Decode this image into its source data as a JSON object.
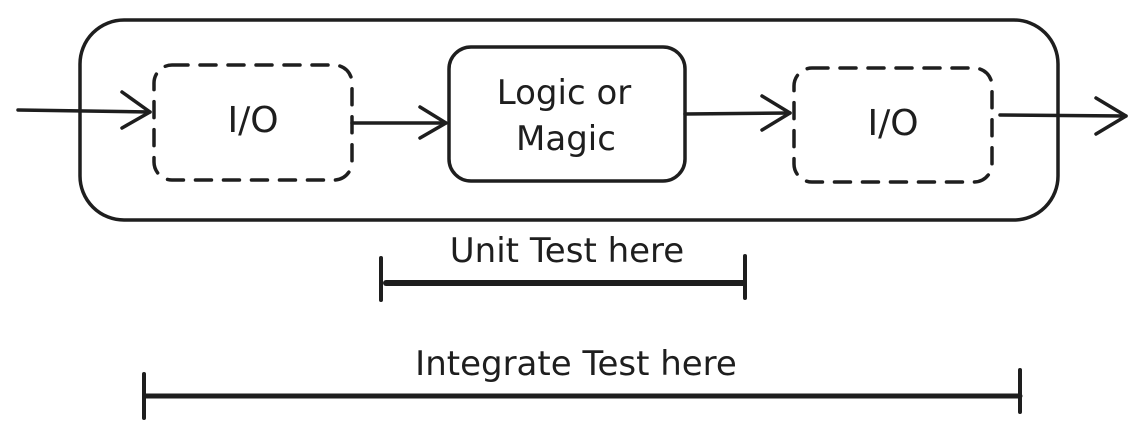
{
  "diagram": {
    "input_box_label": "I/O",
    "logic_box_label_line1": "Logic or",
    "logic_box_label_line2": "Magic",
    "output_box_label": "I/O",
    "unit_test_label": "Unit Test here",
    "integrate_test_label": "Integrate Test here"
  },
  "colors": {
    "ink": "#1e1e1e",
    "background": "#ffffff"
  }
}
